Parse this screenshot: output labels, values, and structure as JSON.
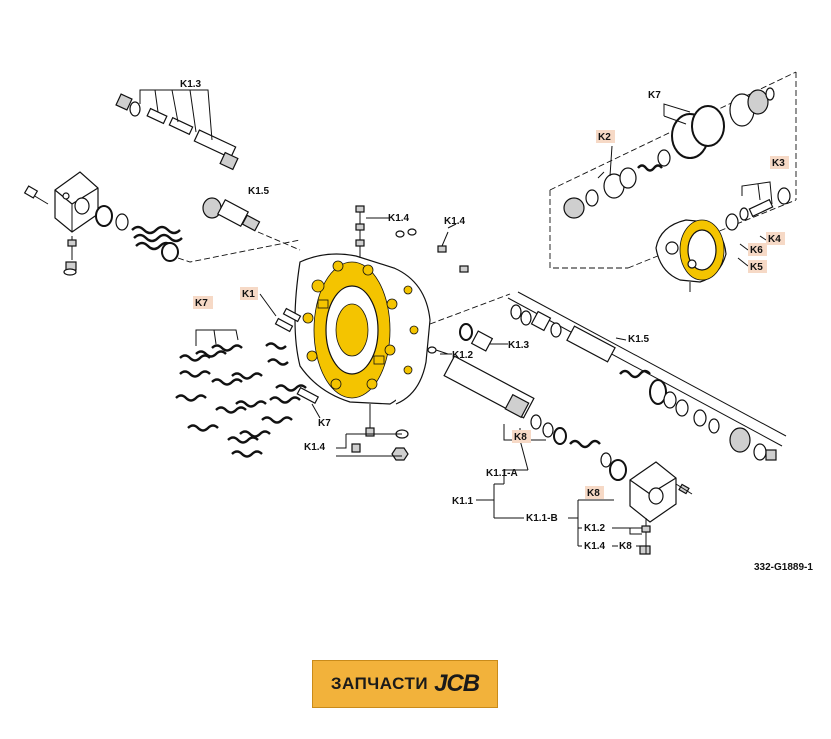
{
  "diagram": {
    "drawing_ref": "332-G1889-1",
    "labels": {
      "k13_top": "K1.3",
      "k15_left": "K1.5",
      "k14_a": "K1.4",
      "k14_b": "K1.4",
      "k14_c": "K1.4",
      "k14_d": "K1.4",
      "k1": "K1",
      "k7_hl": "K7",
      "k7_pin": "K7",
      "k12_mid": "K1.2",
      "k13_mid": "K1.3",
      "k15_right": "K1.5",
      "k8_a": "K8",
      "k8_b": "K8",
      "k8_c": "K8",
      "k11a": "K1.1-A",
      "k11": "K1.1",
      "k11b": "K1.1-B",
      "k12_low": "K1.2",
      "k7_top": "K7",
      "k2": "K2",
      "k3": "K3",
      "k4": "K4",
      "k5": "K5",
      "k6": "K6"
    }
  },
  "brand": {
    "text_left": "ЗАПЧАСТИ",
    "text_right": "JCB"
  },
  "colors": {
    "highlight_parts": "#f4c400",
    "label_highlight": "#f6d9c6",
    "brand_bg": "#f2b23b"
  }
}
